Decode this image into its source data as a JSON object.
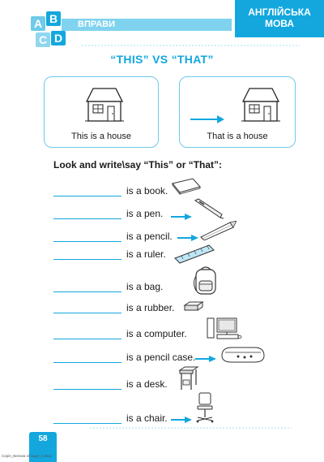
{
  "header": {
    "cubes": [
      "A",
      "B",
      "C",
      "D"
    ],
    "section_label": "ВПРАВИ",
    "subject_line1": "АНГЛІЙСЬКА",
    "subject_line2": "МОВА"
  },
  "title": "“THIS” VS “THAT”",
  "cards": [
    {
      "caption": "This is a house"
    },
    {
      "caption": "That is a house"
    }
  ],
  "instruction": "Look and write\\say “This” or “That”:",
  "rows": [
    {
      "text": "is a book.",
      "arrow": false,
      "icon": "book-icon"
    },
    {
      "text": "is a pen.",
      "arrow": true,
      "icon": "pen-icon"
    },
    {
      "text": "is a pencil.",
      "arrow": true,
      "icon": "pencil-icon"
    },
    {
      "text": "is a ruler.",
      "arrow": false,
      "icon": "ruler-icon"
    },
    {
      "text": "is a bag.",
      "arrow": false,
      "icon": "backpack-icon"
    },
    {
      "text": "is a rubber.",
      "arrow": false,
      "icon": "eraser-icon"
    },
    {
      "text": "is a computer.",
      "arrow": false,
      "icon": "computer-icon"
    },
    {
      "text": "is a pencil case.",
      "arrow": true,
      "icon": "pencil-case-icon"
    },
    {
      "text": "is a desk.",
      "arrow": false,
      "icon": "desk-icon"
    },
    {
      "text": "is a chair.",
      "arrow": true,
      "icon": "chair-icon"
    }
  ],
  "page_number": "58",
  "footer_text": "Серія_Велика зб.видп_2 клас",
  "colors": {
    "accent": "#13a7de",
    "light": "#7fd3ef",
    "cube_a": "#4fc1e9",
    "cube_b": "#13a7de",
    "cube_c": "#7fd3ef",
    "cube_d": "#13a7de"
  }
}
